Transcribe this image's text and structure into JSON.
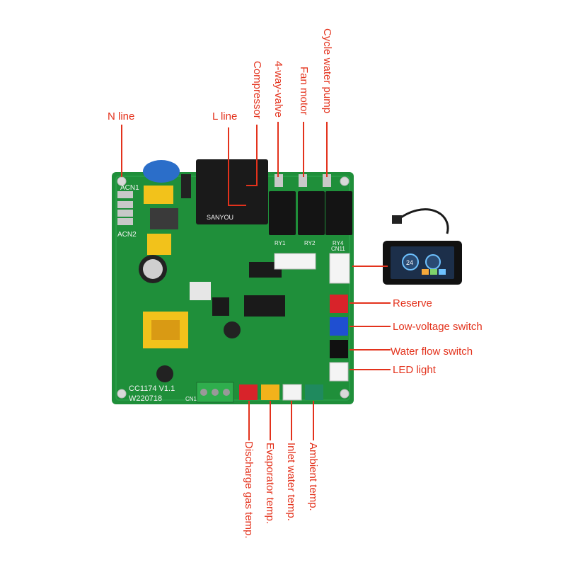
{
  "labels": {
    "n_line": "N line",
    "l_line": "L line",
    "compressor": "Compressor",
    "four_way_valve": "4-way-valve",
    "fan_motor": "Fan motor",
    "cycle_water_pump": "Cycle water pump",
    "reserve": "Reserve",
    "low_voltage_switch": "Low-voltage switch",
    "water_flow_switch": "Water flow switch",
    "led_light": "LED light",
    "discharge_gas_temp": "Discharge gas temp.",
    "evaporator_temp": "Evaporator temp.",
    "inlet_water_temp": "Inlet water temp.",
    "ambient_temp": "Ambient temp."
  },
  "board_markings": {
    "acn1": "ACN1",
    "acn2": "ACN2",
    "model": "CC1174 V1.1",
    "date": "W220718",
    "cn1": "CN1",
    "cn11": "CN11",
    "ry1": "RY1",
    "ry2": "RY2",
    "ry4": "RY4",
    "relay_brand": "SANYOU"
  },
  "display_screen": {
    "value": "24"
  },
  "colors": {
    "callout": "#e3321c",
    "pcb": "#1f8f3a",
    "relay": "#1a1a1a"
  }
}
